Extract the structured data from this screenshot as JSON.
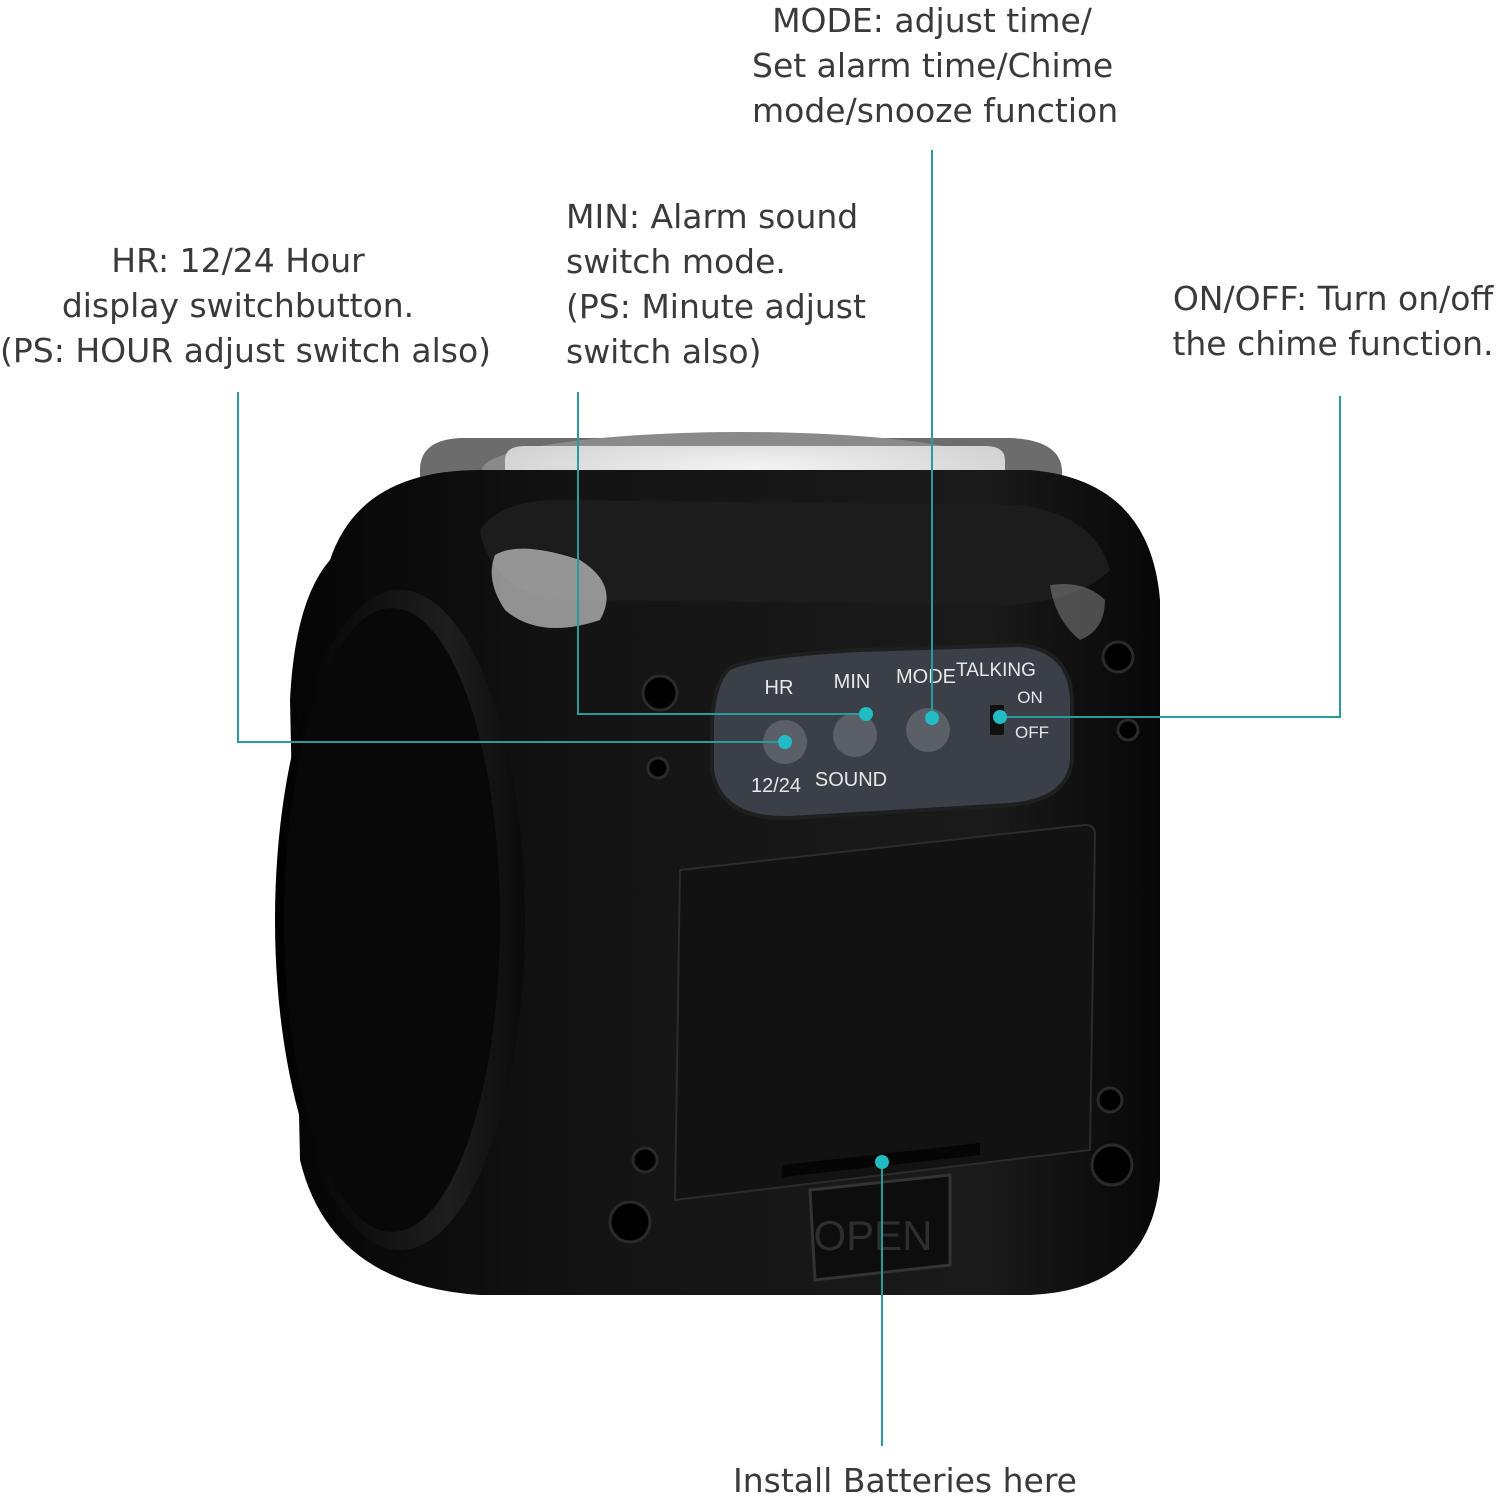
{
  "callouts": {
    "mode": [
      "MODE: adjust time/",
      "Set alarm time/Chime",
      "mode/snooze function"
    ],
    "min": [
      "MIN: Alarm sound",
      "switch mode.",
      "(PS: Minute adjust",
      "switch also)"
    ],
    "hr": [
      "HR: 12/24 Hour",
      "display switchbutton.",
      "(PS: HOUR adjust switch also)"
    ],
    "onoff": [
      "ON/OFF: Turn on/off",
      "the chime function."
    ],
    "battery": "Install Batteries here"
  },
  "device_labels": {
    "hr": "HR",
    "min": "MIN",
    "mode": "MODE",
    "talking": "TALKING",
    "on": "ON",
    "off": "OFF",
    "twelve_24": "12/24",
    "sound": "SOUND",
    "open": "OPEN"
  },
  "colors": {
    "leader": "#2a9a9a",
    "dot": "#22bcc4",
    "body": "#0b0b0b",
    "text": "#3a3a3a"
  }
}
